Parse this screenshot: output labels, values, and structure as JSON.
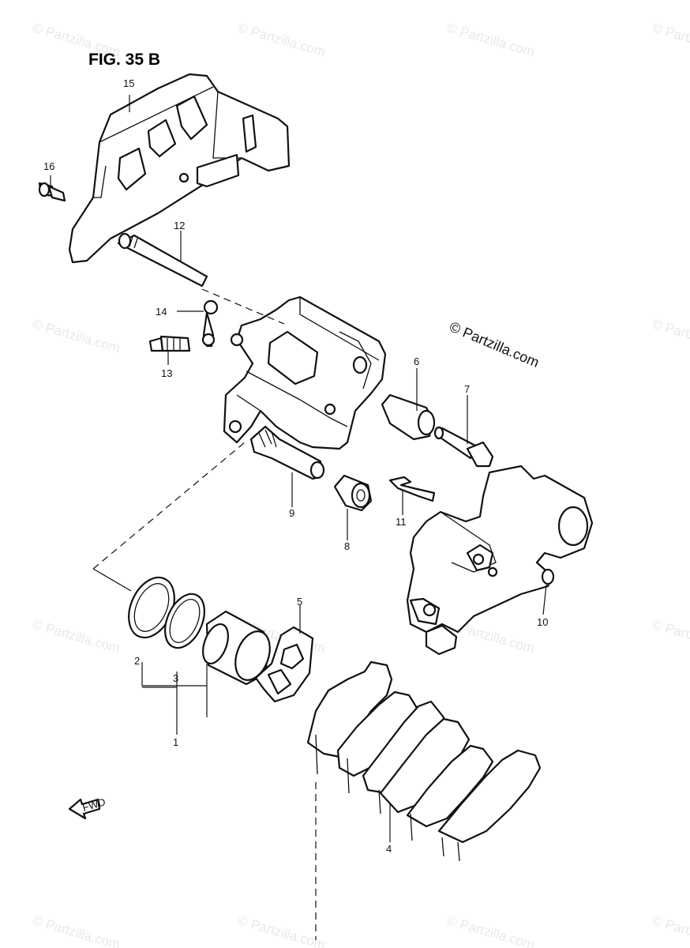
{
  "figure": {
    "title": "FIG. 35 B"
  },
  "watermark": {
    "text": "© Partzilla.com"
  },
  "copyright": {
    "text": "© Partzilla.com"
  },
  "front_arrow": {
    "label": "FWD"
  },
  "parts": {
    "p1": "1",
    "p2": "2",
    "p3": "3",
    "p4": "4",
    "p5": "5",
    "p6": "6",
    "p7": "7",
    "p8": "8",
    "p9": "9",
    "p10": "10",
    "p11": "11",
    "p12": "12",
    "p13": "13",
    "p14": "14",
    "p15": "15",
    "p16": "16"
  }
}
